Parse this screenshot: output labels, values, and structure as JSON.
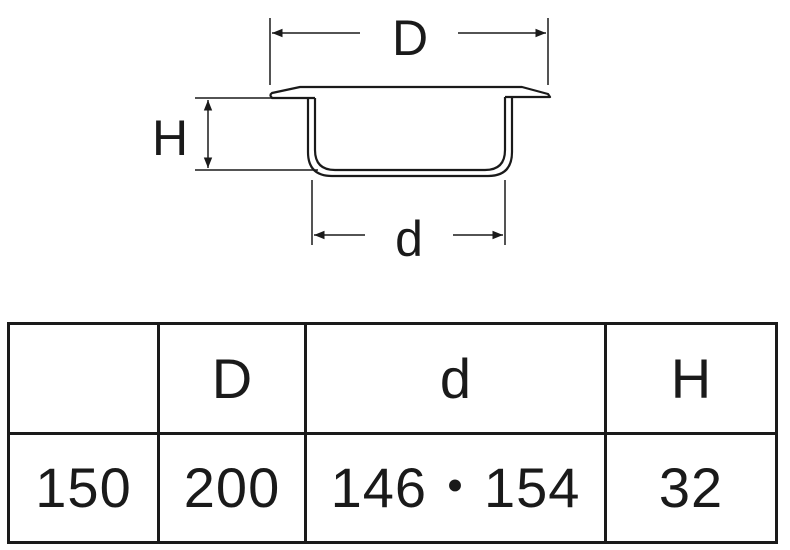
{
  "drawing": {
    "labels": {
      "D": "D",
      "d": "d",
      "H": "H"
    },
    "line_color": "#1a1a1a"
  },
  "table": {
    "headers": [
      "",
      "D",
      "d",
      "H"
    ],
    "rows": [
      [
        "150",
        "200",
        "146・154",
        "32"
      ]
    ]
  }
}
